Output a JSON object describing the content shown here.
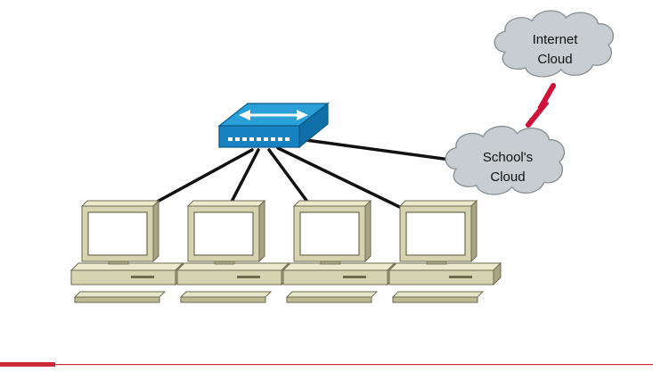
{
  "clouds": {
    "internet": {
      "line1": "Internet",
      "line2": "Cloud"
    },
    "school": {
      "line1": "School's",
      "line2": "Cloud"
    }
  },
  "colors": {
    "switch_top": "#2a9fd8",
    "switch_side": "#0f6fa8",
    "cloud_fill": "#c7cdd1",
    "cloud_stroke": "#8a9297",
    "pc_body": "#d9d6b4",
    "pc_dark": "#a9a582",
    "lightning": "#d0123a",
    "footer_line": "#cc2a36"
  },
  "icons": [
    "switch-icon",
    "computer-icon",
    "cloud-icon",
    "lightning-link-icon"
  ]
}
